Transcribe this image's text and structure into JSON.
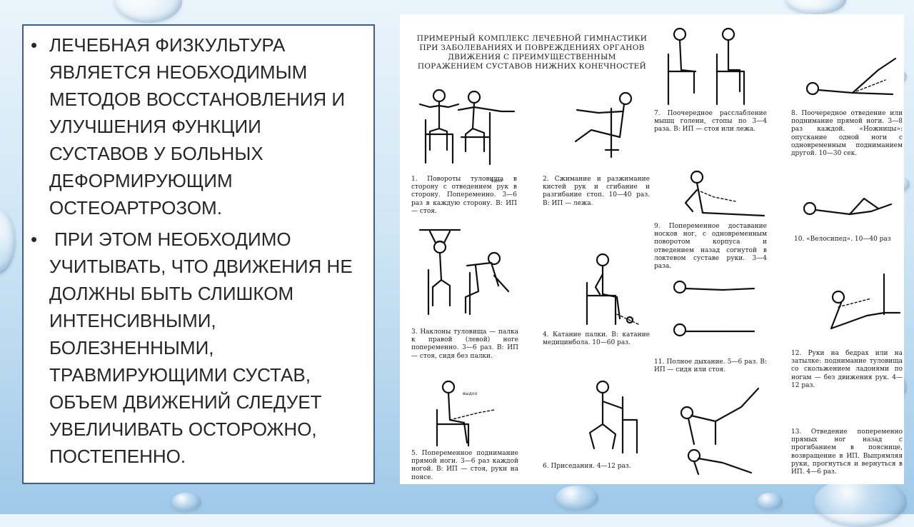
{
  "bullets": [
    "ЛЕЧЕБНАЯ ФИЗКУЛЬТУРА ЯВЛЯЕТСЯ НЕОБХОДИМЫМ МЕТОДОВ ВОССТАНОВЛЕНИЯ И УЛУЧШЕНИЯ ФУНКЦИИ СУСТАВОВ У БОЛЬНЫХ ДЕФОРМИРУЮЩИМ ОСТЕОАРТРОЗОМ.",
    "ПРИ ЭТОМ НЕОБХОДИМО УЧИТЫВАТЬ, ЧТО ДВИЖЕНИЯ НЕ ДОЛЖНЫ БЫТЬ СЛИШКОМ ИНТЕНСИВНЫМИ, БОЛЕЗНЕННЫМИ, ТРАВМИРУЮЩИМИ СУСТАВ, ОБЪЕМ ДВИЖЕНИЙ СЛЕДУЕТ УВЕЛИЧИВАТЬ ОСТОРОЖНО, ПОСТЕПЕННО."
  ],
  "bullet_symbol": "•",
  "document": {
    "title": "ПРИМЕРНЫЙ КОМПЛЕКС ЛЕЧЕБНОЙ ГИМНАСТИКИ ПРИ ЗАБОЛЕВАНИЯХ И ПОВРЕЖДЕНИЯХ ОРГАНОВ ДВИЖЕНИЯ С ПРЕИМУЩЕСТВЕННЫМ ПОРАЖЕНИЕМ СУСТАВОВ НИЖНИХ КОНЕЧНОСТЕЙ",
    "label_inhale": "вдох",
    "label_exhale": "выдох",
    "exercises": [
      "1. Повороты туловища в сторону с отведением рук в сторону. Попеременно. 3—6 раз в каждую сторону. В: ИП — стоя.",
      "2. Сжимание и разжимание кистей рук и сгибание и разгибание стоп. 10—40 раз. В: ИП — лежа.",
      "3. Наклоны туловища — палка к правой (левой) ноге попеременно. 3—6 раз. В: ИП — стоя, сидя без палки.",
      "4. Катание палки. В: катание медицинбола. 10—60 раз.",
      "5. Попеременное поднимание прямой ноги. 3—6 раз каждой ногой. В: ИП — стоя, руки на поясе.",
      "6. Приседания. 4—12 раз.",
      "7. Поочередное расслабление мышц голени, стопы по 3—4 раза. В: ИП — стоя или лежа.",
      "8. Поочередное отведение или поднимание прямой ноги. 3—8 раз каждой. «Ножницы»: опускание одной ноги с одновременным подниманием другой. 10—30 сек.",
      "9. Попеременное доставание носков ног, с одновременным поворотом корпуса и отведением назад согнутой в локтевом суставе руки. 3—4 раза.",
      "10. «Велосипед». 10—40 раз",
      "11. Полное дыхание. 5—6 раз. В: ИП — сидя или стоя.",
      "12. Руки на бедрах или на затылке: поднимание туловища со скольжением ладонями по ногам — без движения рук. 4—12 раз.",
      "13. Отведение попеременно прямых ног назад с прогибанием в пояснице, возвращение в ИП. Выпрямляя руки, прогнуться и вернуться в ИП. 4—6 раз."
    ]
  },
  "colors": {
    "text": "#262626",
    "panel_border": "#3f5f8a",
    "background_top": "#eaf4fb",
    "background_bottom": "#9fc9e8"
  }
}
